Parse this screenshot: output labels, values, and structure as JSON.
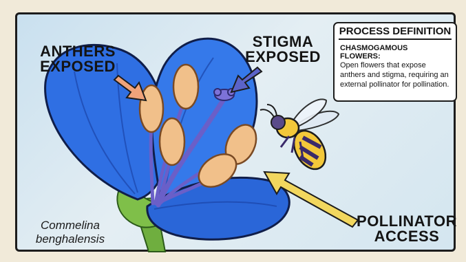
{
  "labels": {
    "anthers": "ANTHERS EXPOSED",
    "stigma": "STIGMA EXPOSED",
    "pollinator": "POLLINATOR ACCESS",
    "species": "Commelina benghalensis"
  },
  "definition": {
    "title": "PROCESS DEFINITION",
    "subtitle": "CHASMOGAMOUS FLOWERS:",
    "body": "Open flowers that expose anthers and stigma, requiring an external pollinator for pollination."
  },
  "colors": {
    "petal": "#2f6fe3",
    "petal_dark": "#1b45a8",
    "anther": "#f1c08a",
    "stamen": "#6a5fc8",
    "arrow_peach": "#f0a37a",
    "arrow_blue": "#5b63c9",
    "arrow_yellow": "#f2d75e",
    "stem": "#6fae3f",
    "bee_yellow": "#f3c83a"
  }
}
